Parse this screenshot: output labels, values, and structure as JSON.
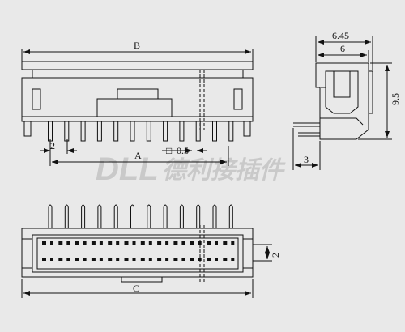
{
  "dimensions": {
    "overall_length": "B",
    "pin_row_length": "A",
    "housing_length": "C",
    "pitch": "2",
    "pin_size_label": "0.5",
    "square_symbol": "□",
    "side_overall_width": "6.45",
    "side_width": "6",
    "height": "9.5",
    "pin_tail": "3",
    "row_pitch": "2"
  },
  "watermark": {
    "brand": "DLL",
    "chinese": "德利接插件"
  },
  "colors": {
    "line": "#111111",
    "background": "#e9e9e9",
    "watermark": "#c9c9c9"
  }
}
